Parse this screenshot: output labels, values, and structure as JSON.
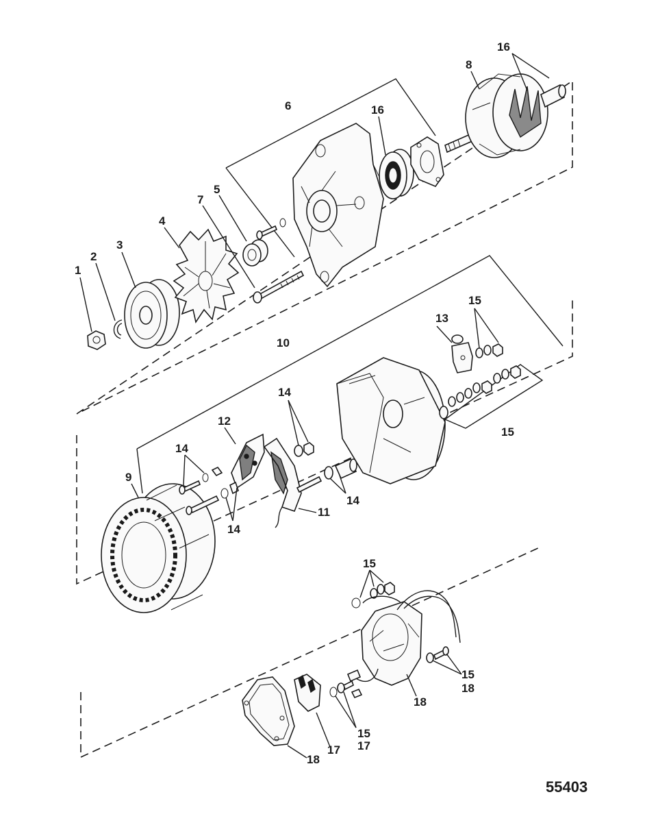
{
  "figure_number": "55403",
  "callouts": {
    "c1": "1",
    "c2": "2",
    "c3": "3",
    "c4": "4",
    "c5": "5",
    "c6": "6",
    "c7": "7",
    "c8": "8",
    "c9": "9",
    "c10": "10",
    "c11": "11",
    "c12": "12",
    "c13": "13",
    "c14a": "14",
    "c14b": "14",
    "c14c": "14",
    "c14d": "14",
    "c15a": "15",
    "c15b": "15",
    "c15c": "15",
    "c15d": "15",
    "c15e": "15",
    "c16a": "16",
    "c16b": "16",
    "c17a": "17",
    "c17b": "17",
    "c18a": "18",
    "c18b": "18",
    "c18c": "18"
  }
}
